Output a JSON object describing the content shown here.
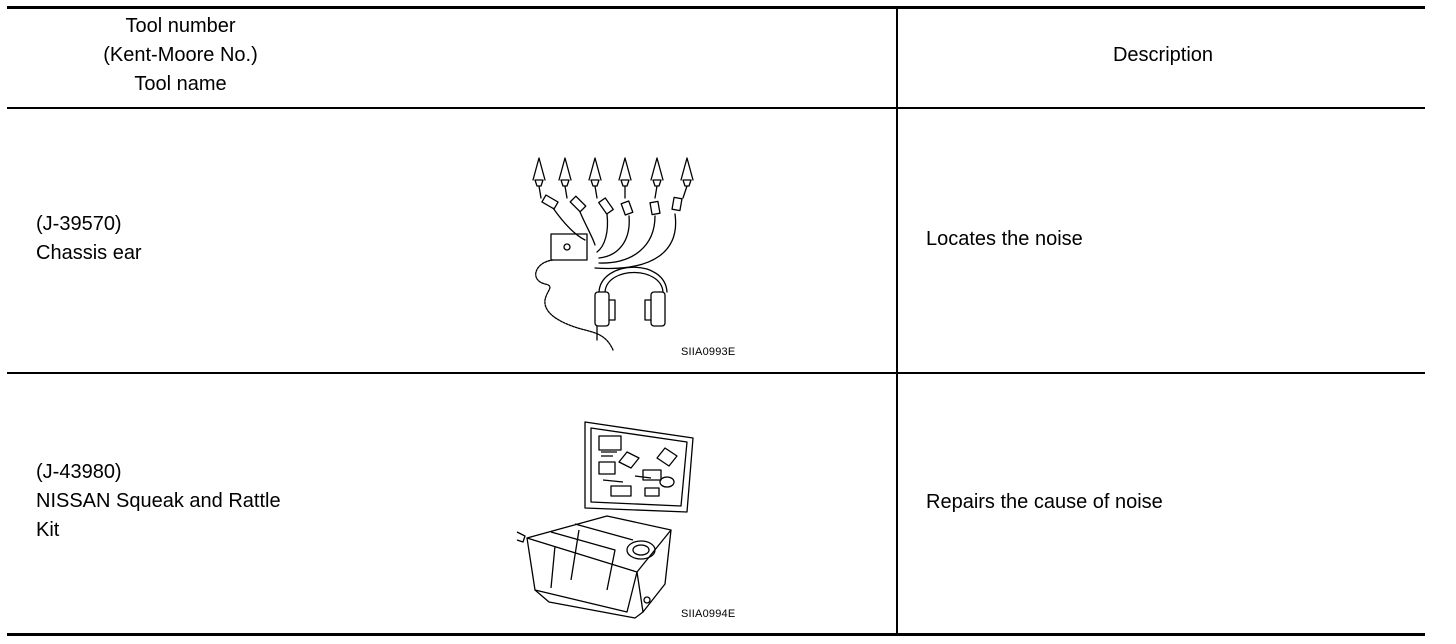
{
  "header": {
    "tool_lines": [
      "Tool number",
      "(Kent-Moore No.)",
      "Tool name"
    ],
    "description": "Description"
  },
  "rows": [
    {
      "tool_number": "(J-39570)",
      "tool_name": "Chassis ear",
      "figure_code": "SIIA0993E",
      "description": "Locates the noise"
    },
    {
      "tool_number": "(J-43980)",
      "tool_name_lines": [
        "NISSAN Squeak and Rattle",
        "Kit"
      ],
      "figure_code": "SIIA0994E",
      "description": "Repairs the cause of noise"
    }
  ]
}
